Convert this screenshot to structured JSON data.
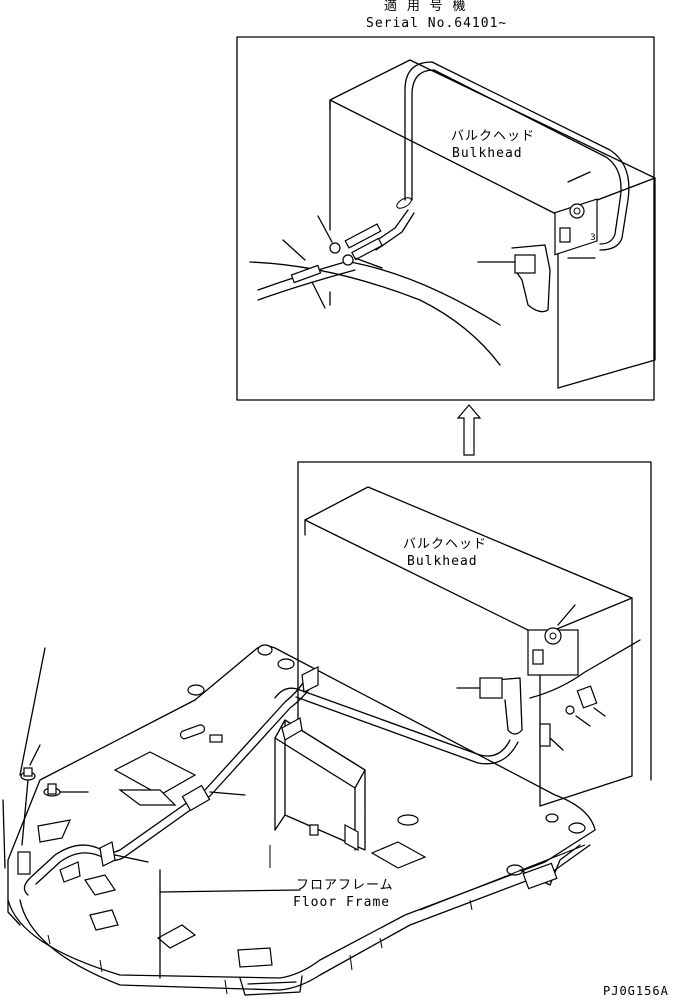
{
  "header": {
    "applicable_jp": "適 用 号 機",
    "serial": "Serial No.64101~"
  },
  "top_view": {
    "bulkhead_jp": "バルクヘッド",
    "bulkhead_en": "Bulkhead"
  },
  "bottom_view": {
    "bulkhead_jp": "バルクヘッド",
    "bulkhead_en": "Bulkhead",
    "floor_jp": "フロアフレーム",
    "floor_en": "Floor Frame"
  },
  "figure_code": "PJ0G156A"
}
